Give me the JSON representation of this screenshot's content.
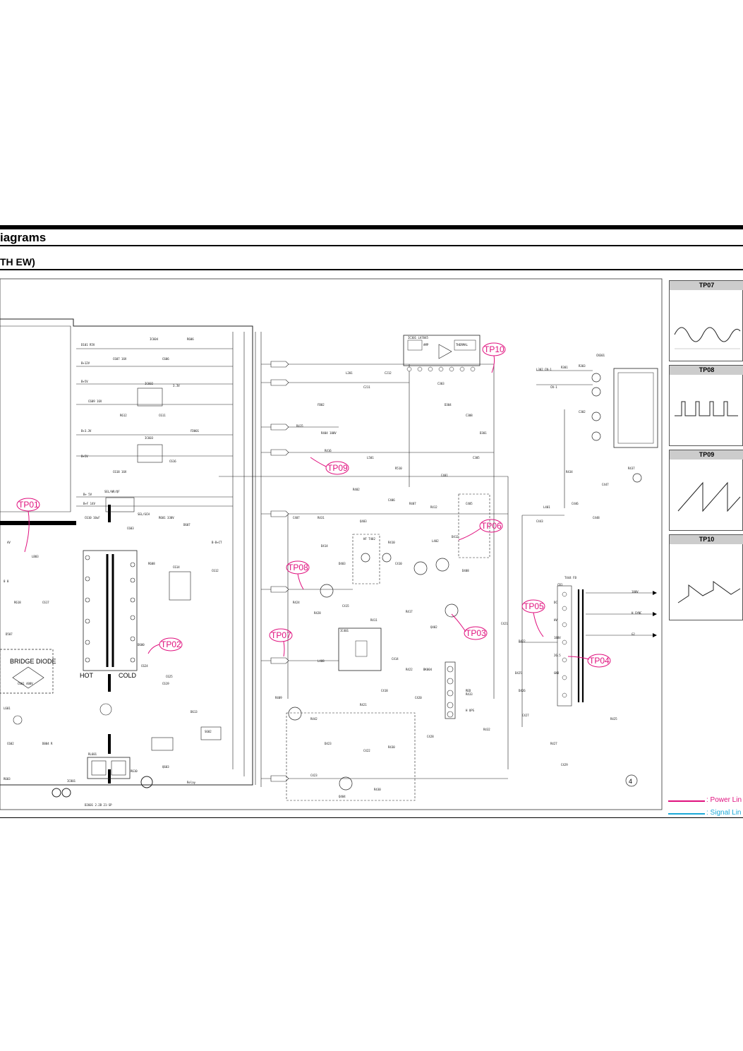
{
  "header": {
    "title": "iagrams",
    "subtitle": "TH EW)"
  },
  "waveforms": [
    {
      "id": "tp07",
      "label": "TP07"
    },
    {
      "id": "tp08",
      "label": "TP08"
    },
    {
      "id": "tp09",
      "label": "TP09"
    },
    {
      "id": "tp10",
      "label": "TP10"
    }
  ],
  "test_points": [
    "TP01",
    "TP02",
    "TP03",
    "TP04",
    "TP05",
    "TP06",
    "TP07",
    "TP08",
    "TP09",
    "TP10"
  ],
  "labels": {
    "bridge_diode": "BRIDGE DIODE",
    "hot": "HOT",
    "cold": "COLD",
    "sheet_number": "4"
  },
  "legend": {
    "power_line": ": Power Lin",
    "signal_line": ": Signal Lin"
  },
  "colors": {
    "power_line": "#e0117e",
    "signal_line": "#1ba9d8",
    "tp_marker": "#e0117e"
  }
}
